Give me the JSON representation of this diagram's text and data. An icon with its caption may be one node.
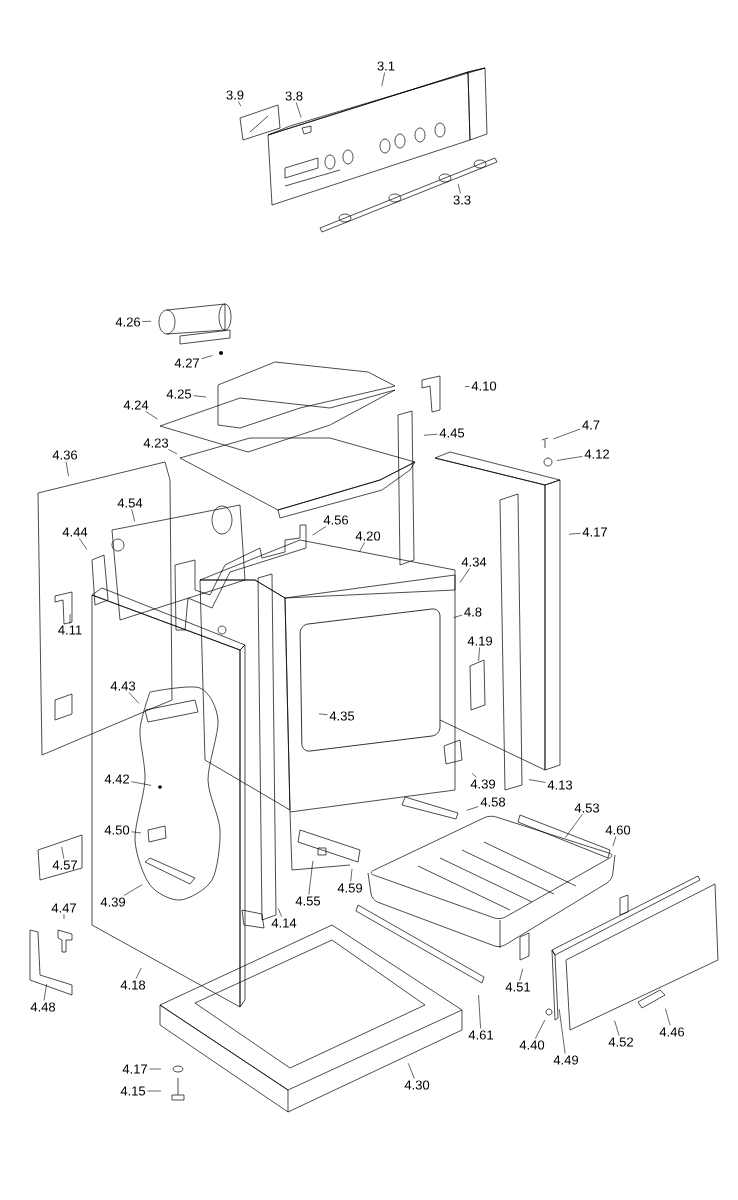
{
  "diagram": {
    "nodes": [
      {
        "text": [
          "3.1"
        ]
      },
      {
        "text": [
          "3.9"
        ]
      },
      {
        "text": [
          "3.8"
        ]
      },
      {
        "text": [
          "3.3"
        ]
      },
      {
        "text": [
          "4.26"
        ]
      },
      {
        "text": [
          "4.27"
        ]
      },
      {
        "text": [
          "4.25"
        ]
      },
      {
        "text": [
          "4.24"
        ]
      },
      {
        "text": [
          "4.23"
        ]
      },
      {
        "text": [
          "4.10"
        ]
      },
      {
        "text": [
          "4.45"
        ]
      },
      {
        "text": [
          "4.7"
        ]
      },
      {
        "text": [
          "4.12"
        ]
      },
      {
        "text": [
          "4.36"
        ]
      },
      {
        "text": [
          "4.54"
        ]
      },
      {
        "text": [
          "4.56"
        ]
      },
      {
        "text": [
          "4.20"
        ]
      },
      {
        "text": [
          "4.44"
        ]
      },
      {
        "text": [
          "4.34"
        ]
      },
      {
        "text": [
          "4.17"
        ]
      },
      {
        "text": [
          "4.8"
        ]
      },
      {
        "text": [
          "4.19"
        ]
      },
      {
        "text": [
          "4.11"
        ]
      },
      {
        "text": [
          "4.43"
        ]
      },
      {
        "text": [
          "4.35"
        ]
      },
      {
        "text": [
          "4.42"
        ]
      },
      {
        "text": [
          "4.39"
        ]
      },
      {
        "text": [
          "4.13"
        ]
      },
      {
        "text": [
          "4.58"
        ]
      },
      {
        "text": [
          "4.53"
        ]
      },
      {
        "text": [
          "4.60"
        ]
      },
      {
        "text": [
          "4.50"
        ]
      },
      {
        "text": [
          "4.57"
        ]
      },
      {
        "text": [
          "4.39"
        ]
      },
      {
        "text": [
          "4.59"
        ]
      },
      {
        "text": [
          "4.55"
        ]
      },
      {
        "text": [
          "4.14"
        ]
      },
      {
        "text": [
          "4.47"
        ]
      },
      {
        "text": [
          "4.48"
        ]
      },
      {
        "text": [
          "4.18"
        ]
      },
      {
        "text": [
          "4.51"
        ]
      },
      {
        "text": [
          "4.40"
        ]
      },
      {
        "text": [
          "4.61"
        ]
      },
      {
        "text": [
          "4.49"
        ]
      },
      {
        "text": [
          "4.52"
        ]
      },
      {
        "text": [
          "4.46"
        ]
      },
      {
        "text": [
          "4.17"
        ]
      },
      {
        "text": [
          "4.15"
        ]
      },
      {
        "text": [
          "4.30"
        ]
      }
    ],
    "edges": [
      {
        "from": 0,
        "to": null,
        "arrow": "none"
      },
      {
        "from": 1,
        "to": null,
        "arrow": "none"
      },
      {
        "from": 2,
        "to": null,
        "arrow": "none"
      },
      {
        "from": 3,
        "to": null,
        "arrow": "none"
      },
      {
        "from": 4,
        "to": null,
        "arrow": "none"
      },
      {
        "from": 5,
        "to": null,
        "arrow": "none"
      },
      {
        "from": 6,
        "to": null,
        "arrow": "none"
      },
      {
        "from": 7,
        "to": null,
        "arrow": "none"
      },
      {
        "from": 8,
        "to": null,
        "arrow": "none"
      },
      {
        "from": 9,
        "to": null,
        "arrow": "none"
      },
      {
        "from": 10,
        "to": null,
        "arrow": "none"
      },
      {
        "from": 11,
        "to": null,
        "arrow": "none"
      },
      {
        "from": 12,
        "to": null,
        "arrow": "none"
      },
      {
        "from": 13,
        "to": null,
        "arrow": "none"
      },
      {
        "from": 14,
        "to": null,
        "arrow": "none"
      },
      {
        "from": 15,
        "to": null,
        "arrow": "none"
      },
      {
        "from": 16,
        "to": null,
        "arrow": "none"
      },
      {
        "from": 17,
        "to": null,
        "arrow": "none"
      },
      {
        "from": 18,
        "to": null,
        "arrow": "none"
      },
      {
        "from": 19,
        "to": null,
        "arrow": "none"
      },
      {
        "from": 20,
        "to": null,
        "arrow": "none"
      },
      {
        "from": 21,
        "to": null,
        "arrow": "none"
      },
      {
        "from": 22,
        "to": null,
        "arrow": "none"
      },
      {
        "from": 23,
        "to": null,
        "arrow": "none"
      },
      {
        "from": 24,
        "to": null,
        "arrow": "none"
      },
      {
        "from": 25,
        "to": null,
        "arrow": "none"
      },
      {
        "from": 26,
        "to": null,
        "arrow": "none"
      },
      {
        "from": 27,
        "to": null,
        "arrow": "none"
      },
      {
        "from": 28,
        "to": null,
        "arrow": "none"
      },
      {
        "from": 29,
        "to": null,
        "arrow": "none"
      },
      {
        "from": 30,
        "to": null,
        "arrow": "none"
      },
      {
        "from": 31,
        "to": null,
        "arrow": "none"
      },
      {
        "from": 32,
        "to": null,
        "arrow": "none"
      },
      {
        "from": 33,
        "to": null,
        "arrow": "none"
      },
      {
        "from": 34,
        "to": null,
        "arrow": "none"
      },
      {
        "from": 35,
        "to": null,
        "arrow": "none"
      },
      {
        "from": 36,
        "to": null,
        "arrow": "none"
      },
      {
        "from": 37,
        "to": null,
        "arrow": "none"
      },
      {
        "from": 38,
        "to": null,
        "arrow": "none"
      },
      {
        "from": 39,
        "to": null,
        "arrow": "none"
      },
      {
        "from": 40,
        "to": null,
        "arrow": "none"
      },
      {
        "from": 41,
        "to": null,
        "arrow": "none"
      },
      {
        "from": 42,
        "to": null,
        "arrow": "none"
      },
      {
        "from": 43,
        "to": null,
        "arrow": "none"
      },
      {
        "from": 44,
        "to": null,
        "arrow": "none"
      },
      {
        "from": 45,
        "to": null,
        "arrow": "none"
      },
      {
        "from": 46,
        "to": null,
        "arrow": "none"
      },
      {
        "from": 47,
        "to": null,
        "arrow": "none"
      },
      {
        "from": 48,
        "to": null,
        "arrow": "none"
      }
    ]
  }
}
